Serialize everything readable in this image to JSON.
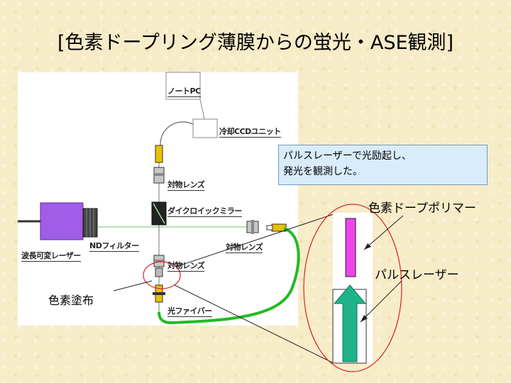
{
  "title": "[色素ドープリング薄膜からの蛍光・ASE観測]",
  "labels": {
    "note_pc": "ノートPC",
    "ccd_unit": "冷却CCDユニット",
    "objective_lens_top": "対物レンズ",
    "dichroic_mirror": "ダイクロイックミラー",
    "objective_lens_right": "対物レンズ",
    "objective_lens_bottom": "対物レンズ",
    "tunable_laser": "波長可変レーザー",
    "nd_filter": "NDフィルター",
    "optical_fiber": "光ファイバー",
    "dye_coating": "色素塗布"
  },
  "callout": {
    "line1": "パルスレーザーで光励起し、",
    "line2": "発光を観測した。"
  },
  "inset": {
    "dye_polymer": "色素ドープポリマー",
    "pulse_laser": "パルスレーザー"
  },
  "colors": {
    "laser_body": "#a05de8",
    "fiber": "#22bb22",
    "beam": "#9fdc9f",
    "polymer_bar": "#ee44ee",
    "arrow": "#1fb38a",
    "ellipse": "#dd2222",
    "callout_bg": "#d8ecfb"
  }
}
